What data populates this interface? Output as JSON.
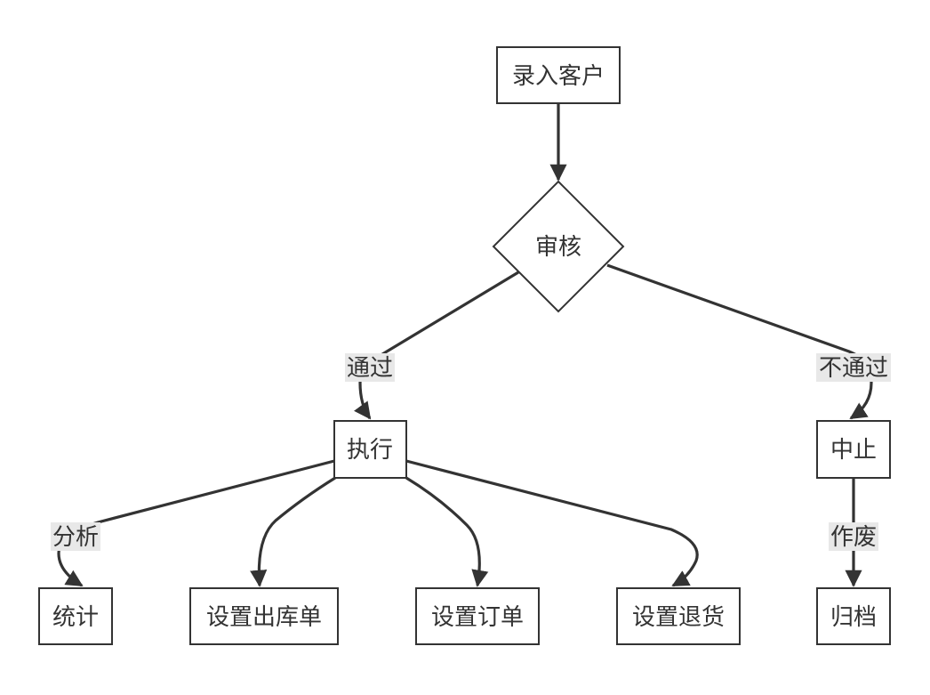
{
  "nodes": {
    "start": "录入客户",
    "review": "审核",
    "execute": "执行",
    "stop": "中止",
    "stats": "统计",
    "outbound": "设置出库单",
    "order": "设置订单",
    "return": "设置退货",
    "archive": "归档"
  },
  "edges": {
    "pass": "通过",
    "fail": "不通过",
    "analyze": "分析",
    "void": "作废"
  },
  "colors": {
    "stroke": "#333333",
    "label_bg": "#e8e8e8",
    "text": "#333333"
  }
}
